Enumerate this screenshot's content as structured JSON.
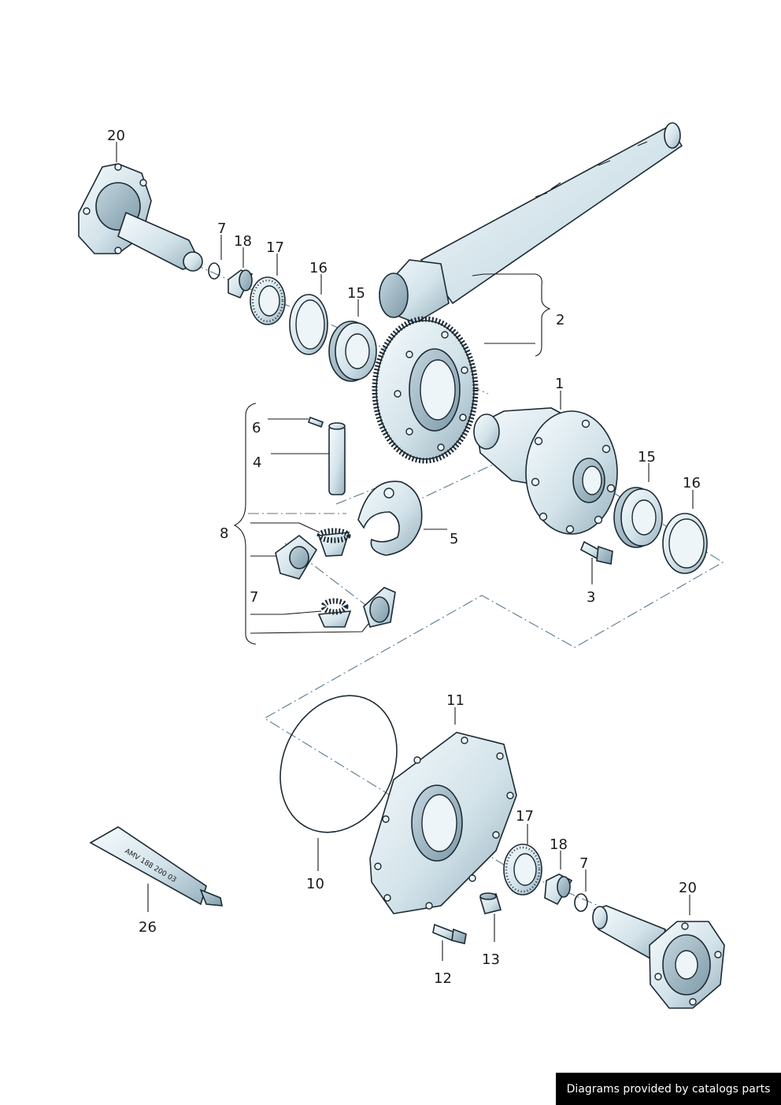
{
  "callouts": {
    "c1": "1",
    "c2": "2",
    "c3": "3",
    "c4": "4",
    "c5": "5",
    "c6": "6",
    "c7a": "7",
    "c7b": "7",
    "c7c": "7",
    "c8": "8",
    "c10": "10",
    "c11": "11",
    "c12": "12",
    "c13": "13",
    "c15a": "15",
    "c15b": "15",
    "c16a": "16",
    "c16b": "16",
    "c17a": "17",
    "c17b": "17",
    "c18a": "18",
    "c18b": "18",
    "c20a": "20",
    "c20b": "20",
    "c26": "26"
  },
  "tube_text": "AMV 188 200 03",
  "footer_text": "Diagrams provided by catalogs parts",
  "colors": {
    "metal_light": "#f4f9fb",
    "metal_mid": "#c9dbe3",
    "metal_dark": "#8fa9b6",
    "axis": "#5a7a8c"
  }
}
